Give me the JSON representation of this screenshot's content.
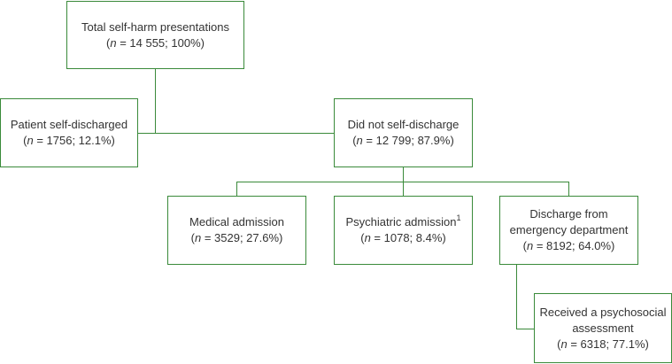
{
  "nodes": {
    "total": {
      "title": "Total self-harm presentations",
      "n_label": "n",
      "stat": " = 14 555; 100%"
    },
    "self_discharged": {
      "title": "Patient self-discharged",
      "n_label": "n",
      "stat": " = 1756; 12.1%"
    },
    "not_self_discharge": {
      "title": "Did not self-discharge",
      "n_label": "n",
      "stat": " = 12 799; 87.9%"
    },
    "medical": {
      "title": "Medical admission",
      "n_label": "n",
      "stat": " = 3529; 27.6%"
    },
    "psychiatric": {
      "title": "Psychiatric admission",
      "sup": "1",
      "n_label": "n",
      "stat": " = 1078; 8.4%"
    },
    "discharge_ed": {
      "title_line1": "Discharge from",
      "title_line2": "emergency department",
      "n_label": "n",
      "stat": " = 8192; 64.0%"
    },
    "psychosocial": {
      "title_line1": "Received a psychosocial",
      "title_line2": "assessment",
      "n_label": "n",
      "stat": " = 6318; 77.1%"
    }
  },
  "colors": {
    "border": "#3a8a3a",
    "text": "#333333"
  }
}
